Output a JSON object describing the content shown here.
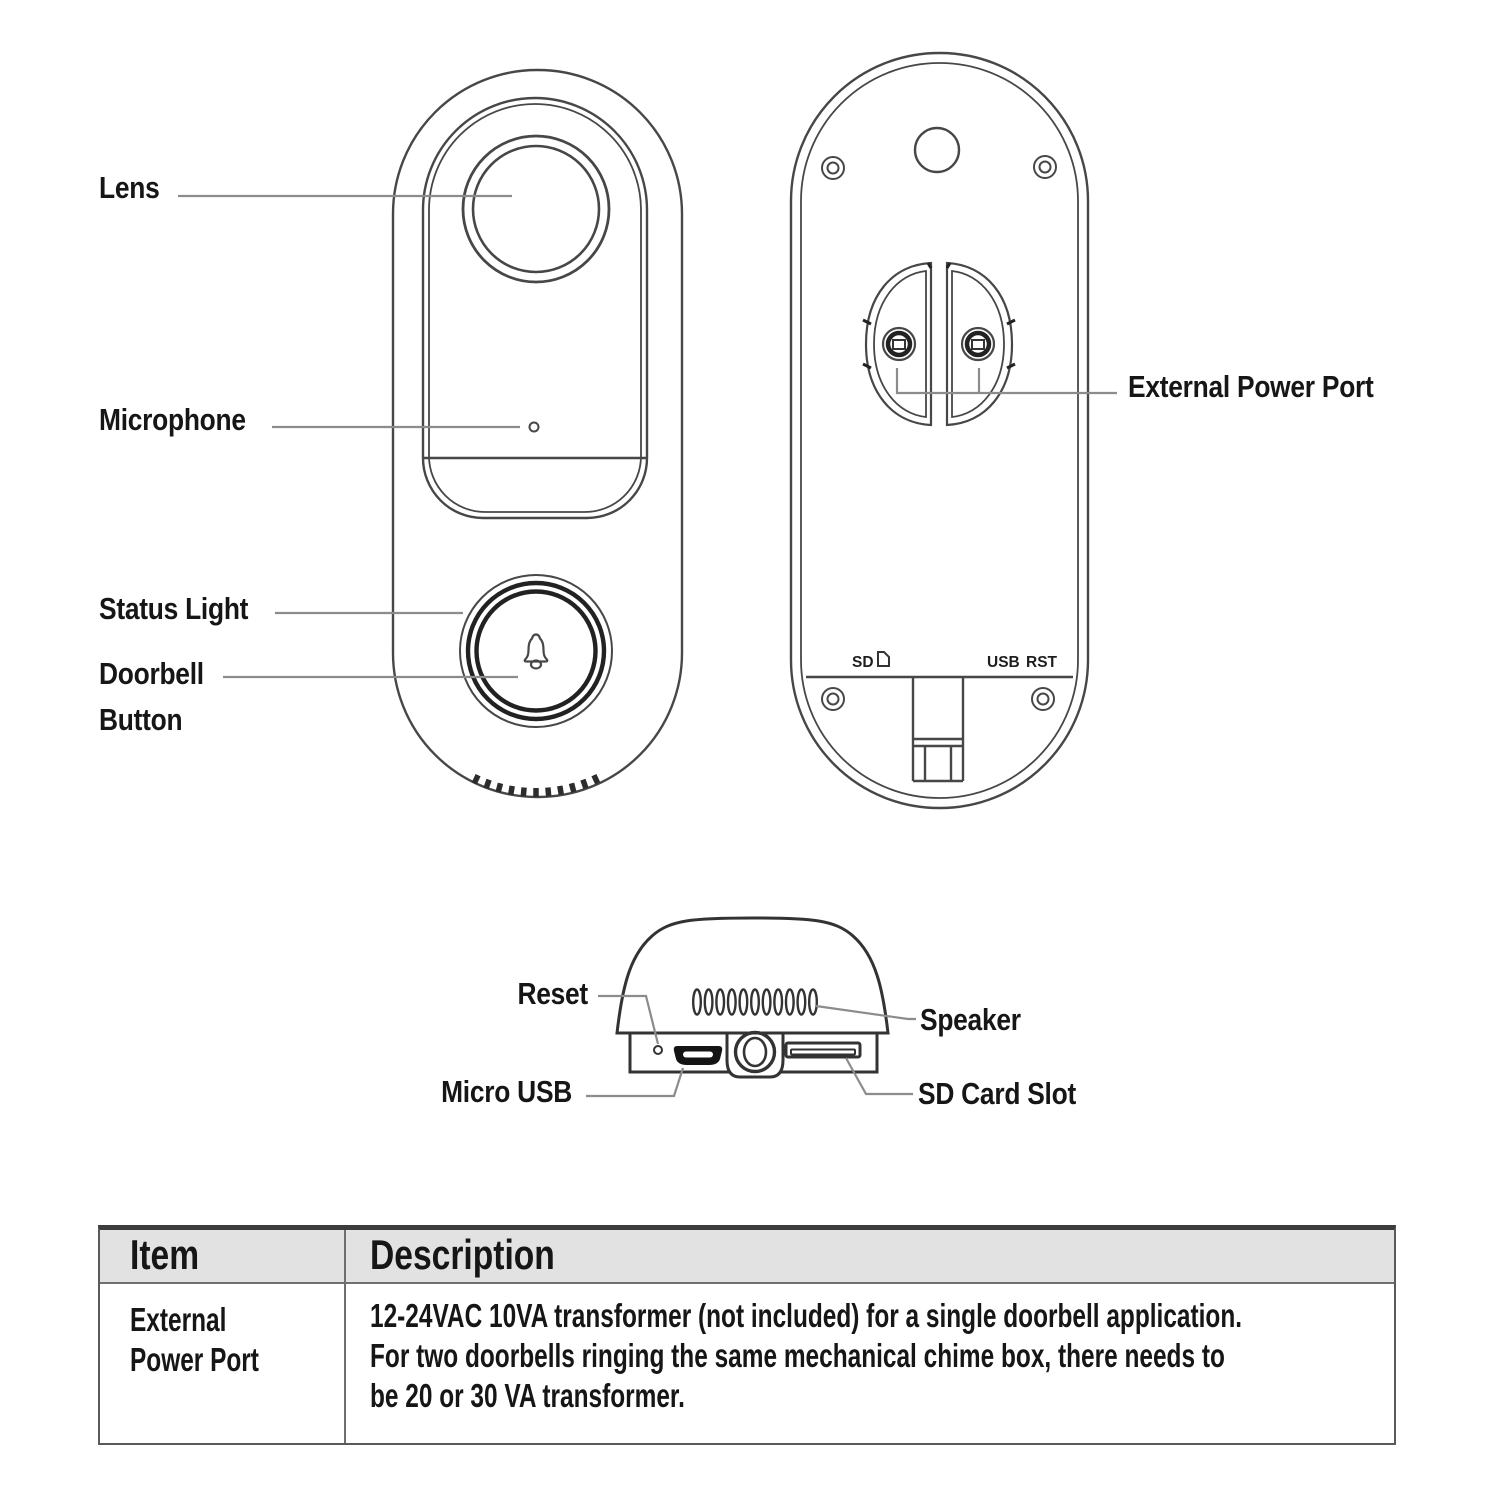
{
  "front_view": {
    "labels": {
      "lens": "Lens",
      "microphone": "Microphone",
      "status_light": "Status Light",
      "doorbell_button_lines": [
        "Doorbell",
        "Button"
      ]
    }
  },
  "back_view": {
    "labels": {
      "external_power_port": "External Power Port"
    },
    "port_markings": {
      "sd": "SD",
      "usb": "USB",
      "rst": "RST"
    }
  },
  "bottom_view": {
    "labels": {
      "reset": "Reset",
      "micro_usb": "Micro USB",
      "speaker": "Speaker",
      "sd_card_slot": "SD Card Slot"
    }
  },
  "table": {
    "headers": {
      "item": "Item",
      "description": "Description"
    },
    "rows": [
      {
        "item_lines": [
          "External",
          "Power Port"
        ],
        "description_lines": [
          "12-24VAC 10VA transformer (not included) for a single doorbell application.",
          "For two doorbells ringing the same mechanical chime box, there needs to",
          "be 20 or 30 VA transformer."
        ]
      }
    ]
  },
  "colors": {
    "outline": "#474747",
    "heavy_outline": "#222222",
    "leader_line": "#8c8c8c",
    "text": "#161616",
    "table_header_bg": "#e2e2e2",
    "usb_port_fill": "#141414"
  }
}
